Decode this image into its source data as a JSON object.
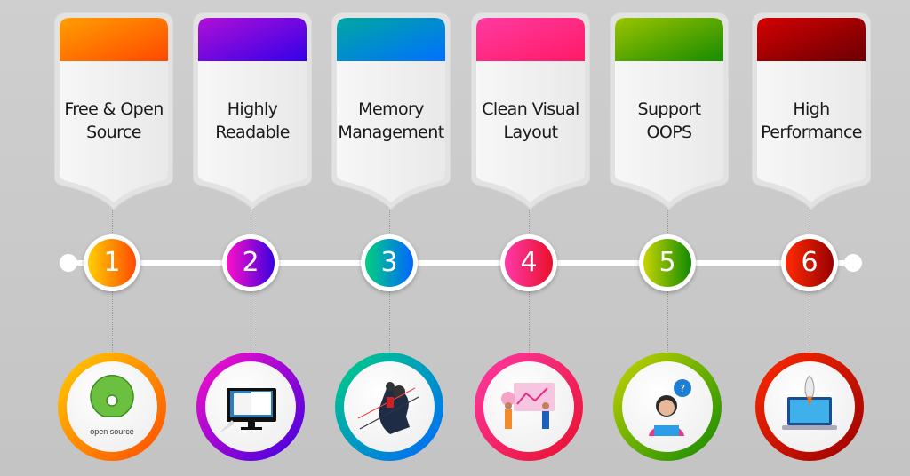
{
  "title": "Python Features",
  "features": [
    {
      "number": "1",
      "title_lines": [
        "Free & Open",
        "Source"
      ],
      "header_from": "#ff9f00",
      "header_to": "#ff4800",
      "num_from": "#ffcf00",
      "num_to": "#ff4a00",
      "icon": "open-source-logo-icon",
      "icon_text": "open source"
    },
    {
      "number": "2",
      "title_lines": [
        "Highly",
        "Readable"
      ],
      "header_from": "#b010d6",
      "header_to": "#3300e8",
      "num_from": "#ff10c8",
      "num_to": "#3a00e0",
      "icon": "monitor-book-icon"
    },
    {
      "number": "3",
      "title_lines": [
        "Memory",
        "Management"
      ],
      "header_from": "#00a8a0",
      "header_to": "#0070ff",
      "num_from": "#00d080",
      "num_to": "#0066ff",
      "icon": "brain-gears-icon"
    },
    {
      "number": "4",
      "title_lines": [
        "Clean Visual",
        "Layout"
      ],
      "header_from": "#ff3aa0",
      "header_to": "#ff1a66",
      "num_from": "#ff3aa8",
      "num_to": "#e8102a",
      "icon": "presentation-board-icon"
    },
    {
      "number": "5",
      "title_lines": [
        "Support",
        "OOPS"
      ],
      "header_from": "#9cc400",
      "header_to": "#178a00",
      "num_from": "#c8d400",
      "num_to": "#108a00",
      "icon": "support-agent-icon"
    },
    {
      "number": "6",
      "title_lines": [
        "High",
        "Performance"
      ],
      "header_from": "#d40000",
      "header_to": "#6a0004",
      "num_from": "#ff2a00",
      "num_to": "#9a0000",
      "icon": "laptop-rocket-icon"
    }
  ]
}
